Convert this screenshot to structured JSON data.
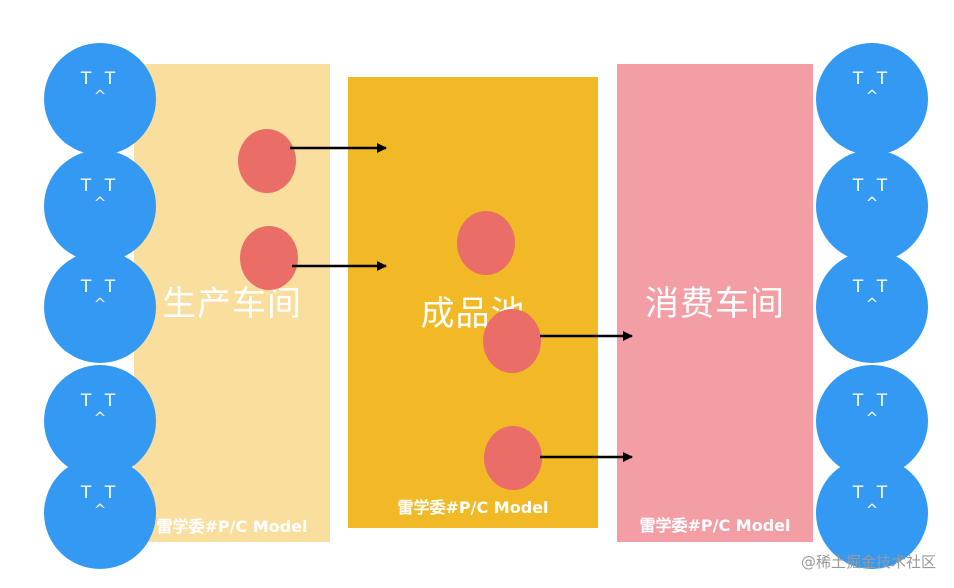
{
  "panels": {
    "producer": {
      "title": "生产车间",
      "watermark": "雷学委#P/C Model"
    },
    "pool": {
      "title": "成品池",
      "watermark": "雷学委#P/C Model"
    },
    "consumer": {
      "title": "消费车间",
      "watermark": "雷学委#P/C Model"
    }
  },
  "worker_face": {
    "eyes": "T T",
    "mouth": "^"
  },
  "site_watermark": "@稀土掘金技术社区",
  "colors": {
    "producer_panel": "#f9de9d",
    "pool_panel": "#f1b925",
    "consumer_panel": "#f39ea5",
    "worker": "#3399f3",
    "product": "#eb6d67",
    "arrow": "#000000"
  }
}
